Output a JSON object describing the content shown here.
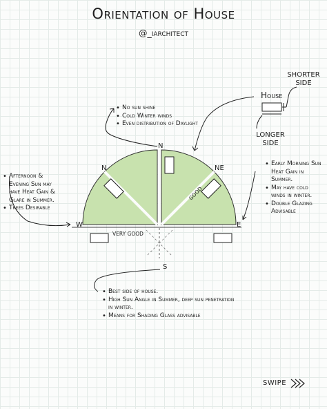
{
  "title": "Orientation of House",
  "handle": "@_iarchitect",
  "compass": {
    "n": "N",
    "ne": "NE",
    "e": "E",
    "s": "S",
    "w": "W",
    "nw": "N"
  },
  "sector_labels": {
    "very_good": "VERY GOOD",
    "good": "GOOD"
  },
  "legend": {
    "house": "House",
    "shorter_side": "SHORTER SIDE",
    "longer_side": "LONGER SIDE"
  },
  "notes": {
    "north": [
      "No sun shine",
      "Cold Winter winds",
      "Even distribution of Daylight"
    ],
    "west": [
      "Afternoon & Evening Sun may have Heat Gain & Glare in Summer.",
      "Trees Desirable"
    ],
    "east": [
      "Early Morning Sun Heat Gain in Summer.",
      "May have cold winds in winter.",
      "Double Glazing Advisable"
    ],
    "south": [
      "Best side of house.",
      "High Sun Angle in Summer, deep sun penetration in winter.",
      "Means for Shading Glass advisable"
    ]
  },
  "swipe": "SWIPE",
  "colors": {
    "sector_fill": "#c8e2ae",
    "ink": "#1e1e1e",
    "grid": "#e4ebe8"
  }
}
